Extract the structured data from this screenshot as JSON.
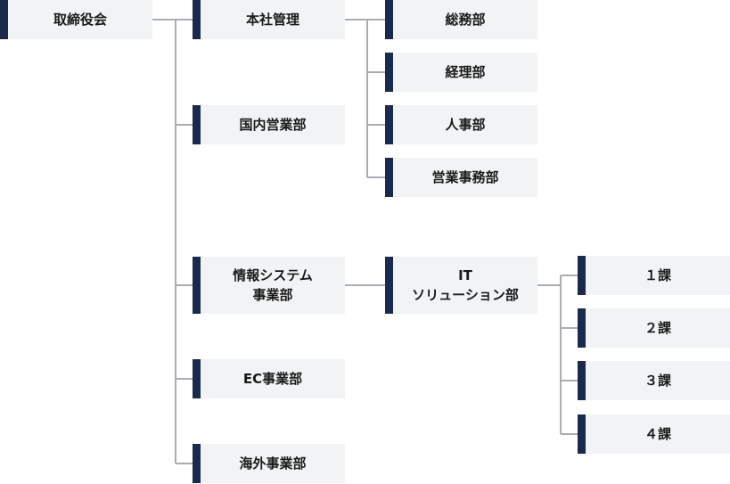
{
  "colors": {
    "accent": "#1b2a4a",
    "box_background": "#f2f3f5",
    "connector": "#a9adb3",
    "text": "#1a1a1a"
  },
  "org": {
    "board": "取締役会",
    "hq": "本社管理",
    "general_affairs": "総務部",
    "accounting": "経理部",
    "hr": "人事部",
    "sales_admin": "営業事務部",
    "domestic_sales": "国内営業部",
    "info_systems": "情報システム\n事業部",
    "it_solutions": "IT\nソリューション部",
    "section_1": "１課",
    "section_2": "２課",
    "section_3": "３課",
    "section_4": "４課",
    "ec": "EC事業部",
    "overseas": "海外事業部"
  }
}
